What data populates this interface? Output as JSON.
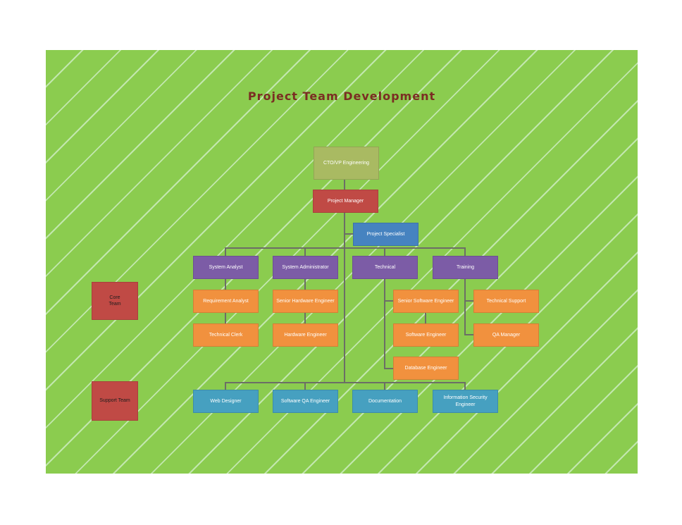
{
  "title": "Project Team Development",
  "palette": {
    "canvas_background": "#8bcc4f",
    "stripe": "#c2e7ae",
    "olive_box": "#a9ba62",
    "red_box": "#c04a45",
    "blue_box": "#4683c0",
    "purple_box": "#7c5ca6",
    "orange_box": "#f1913e",
    "teal_box": "#46a0c0",
    "connector": "#6c6e66",
    "title_color": "#7b2d23"
  },
  "nodes": {
    "cto": "CTO/VP Engineering",
    "project_manager": "Project Manager",
    "project_specialist": "Project Specialist",
    "system_analyst": "System Analyst",
    "system_administrator": "System Administrator",
    "technical": "Technical",
    "training": "Training",
    "requirement_analyst": "Requirement Analyst",
    "senior_hardware_engineer": "Senior Hardware Engineer",
    "senior_software_engineer": "Senior Software Engineer",
    "technical_support": "Technical Support",
    "technical_clerk": "Technical Clerk",
    "hardware_engineer": "Hardware Engineer",
    "software_engineer": "Software Engineer",
    "qa_manager": "QA Manager",
    "database_engineer": "Database Engineer",
    "web_designer": "Web Designer",
    "software_qa_engineer": "Software QA Engineer",
    "documentation": "Documentation",
    "information_security_engineer": "Information Security Engineer",
    "core_team": "Core\nTeam",
    "support_team": "Support Team"
  }
}
